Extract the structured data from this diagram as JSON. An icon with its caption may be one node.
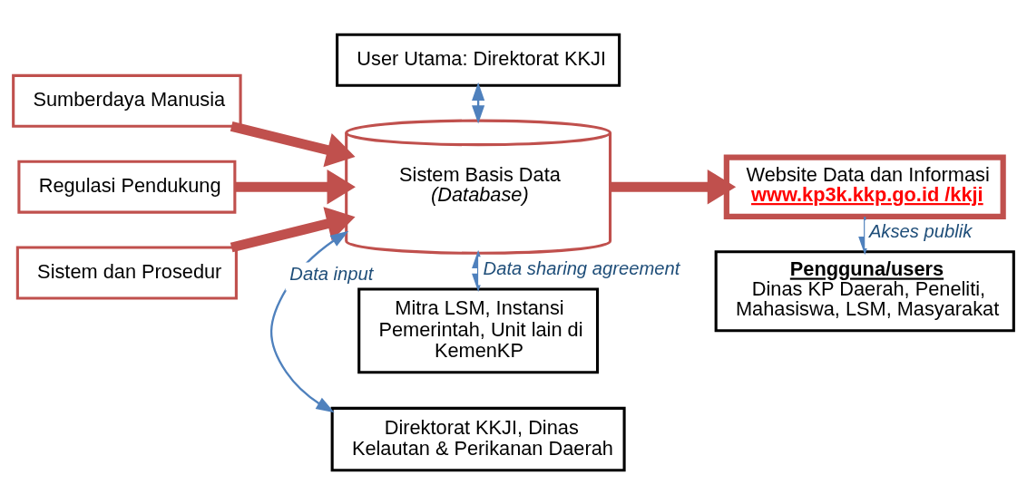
{
  "diagram": {
    "nodes": [
      {
        "text": [
          "User Utama: Direktorat KKJI"
        ]
      },
      {
        "text": [
          "Sumberdaya Manusia"
        ]
      },
      {
        "text": [
          "Regulasi Pendukung"
        ]
      },
      {
        "text": [
          "Sistem dan Prosedur"
        ]
      },
      {
        "text": [
          "Sistem Basis Data",
          "(Database)"
        ]
      },
      {
        "text": [
          "Website Data dan Informasi",
          "www.kp3k.kkp.go.id /kkji"
        ]
      },
      {
        "text": [
          "Direktorat KKJI, Dinas Kelautan & Perikanan Daerah"
        ]
      },
      {
        "text": [
          "Mitra LSM, Instansi Pemerintah, Unit lain di KemenKP"
        ]
      },
      {
        "text": [
          "Pengguna/users",
          "Dinas KP Daerah, Peneliti, Mahasiswa, LSM, Masyarakat"
        ]
      }
    ],
    "edges": [
      {
        "from": 0,
        "to": 4,
        "arrow": "both",
        "color": "#4f81bd"
      },
      {
        "from": 1,
        "to": 4,
        "arrow": "to",
        "style": "thick",
        "color": "#c0504d"
      },
      {
        "from": 2,
        "to": 4,
        "arrow": "to",
        "style": "thick",
        "color": "#c0504d"
      },
      {
        "from": 3,
        "to": 4,
        "arrow": "to",
        "style": "thick",
        "color": "#c0504d"
      },
      {
        "from": 4,
        "to": 5,
        "arrow": "to",
        "style": "thick",
        "color": "#c0504d"
      },
      {
        "from": 4,
        "to": 6,
        "arrow": "both",
        "label": "Data input",
        "color": "#4f81bd"
      },
      {
        "from": 4,
        "to": 7,
        "arrow": "both",
        "label": "Data sharing agreement",
        "color": "#4f81bd"
      },
      {
        "from": 5,
        "to": 8,
        "arrow": "to",
        "label": "Akses publik",
        "color": "#4f81bd"
      }
    ]
  }
}
